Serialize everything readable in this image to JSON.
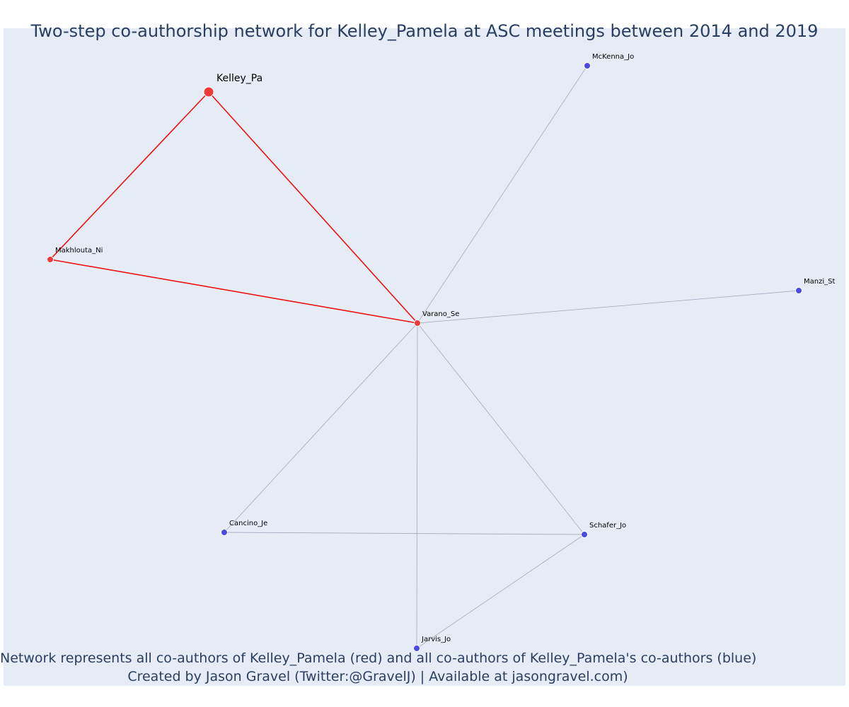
{
  "title": "Two-step co-authorship network for Kelley_Pamela at ASC meetings between 2014 and 2019",
  "footer": {
    "line1": "Network represents all co-authors of Kelley_Pamela (red) and all co-authors of Kelley_Pamela's co-authors (blue)",
    "line2": "Created by Jason Gravel (Twitter:@GravelJ) | Available at jasongravel.com)"
  },
  "colors": {
    "background": "#e5ecf6",
    "first_step": "#ef3a3a",
    "second_step": "#4a4ae0",
    "red_edge": "#ee1111",
    "grey_edge": "#a9aec2"
  },
  "nodes": [
    {
      "id": "Kelley_Pa",
      "group": "ego"
    },
    {
      "id": "Makhlouta_Ni",
      "group": "first-step"
    },
    {
      "id": "Varano_Se",
      "group": "first-step"
    },
    {
      "id": "McKenna_Jo",
      "group": "second-step"
    },
    {
      "id": "Manzi_St",
      "group": "second-step"
    },
    {
      "id": "Cancino_Je",
      "group": "second-step"
    },
    {
      "id": "Schafer_Jo",
      "group": "second-step"
    },
    {
      "id": "Jarvis_Jo",
      "group": "second-step"
    }
  ],
  "edges": [
    {
      "source": "Kelley_Pa",
      "target": "Makhlouta_Ni",
      "type": "first-step"
    },
    {
      "source": "Kelley_Pa",
      "target": "Varano_Se",
      "type": "first-step"
    },
    {
      "source": "Makhlouta_Ni",
      "target": "Varano_Se",
      "type": "first-step"
    },
    {
      "source": "Varano_Se",
      "target": "McKenna_Jo",
      "type": "second-step"
    },
    {
      "source": "Varano_Se",
      "target": "Manzi_St",
      "type": "second-step"
    },
    {
      "source": "Varano_Se",
      "target": "Cancino_Je",
      "type": "second-step"
    },
    {
      "source": "Varano_Se",
      "target": "Schafer_Jo",
      "type": "second-step"
    },
    {
      "source": "Varano_Se",
      "target": "Jarvis_Jo",
      "type": "second-step"
    },
    {
      "source": "Cancino_Je",
      "target": "Schafer_Jo",
      "type": "second-step"
    },
    {
      "source": "Schafer_Jo",
      "target": "Jarvis_Jo",
      "type": "second-step"
    }
  ]
}
